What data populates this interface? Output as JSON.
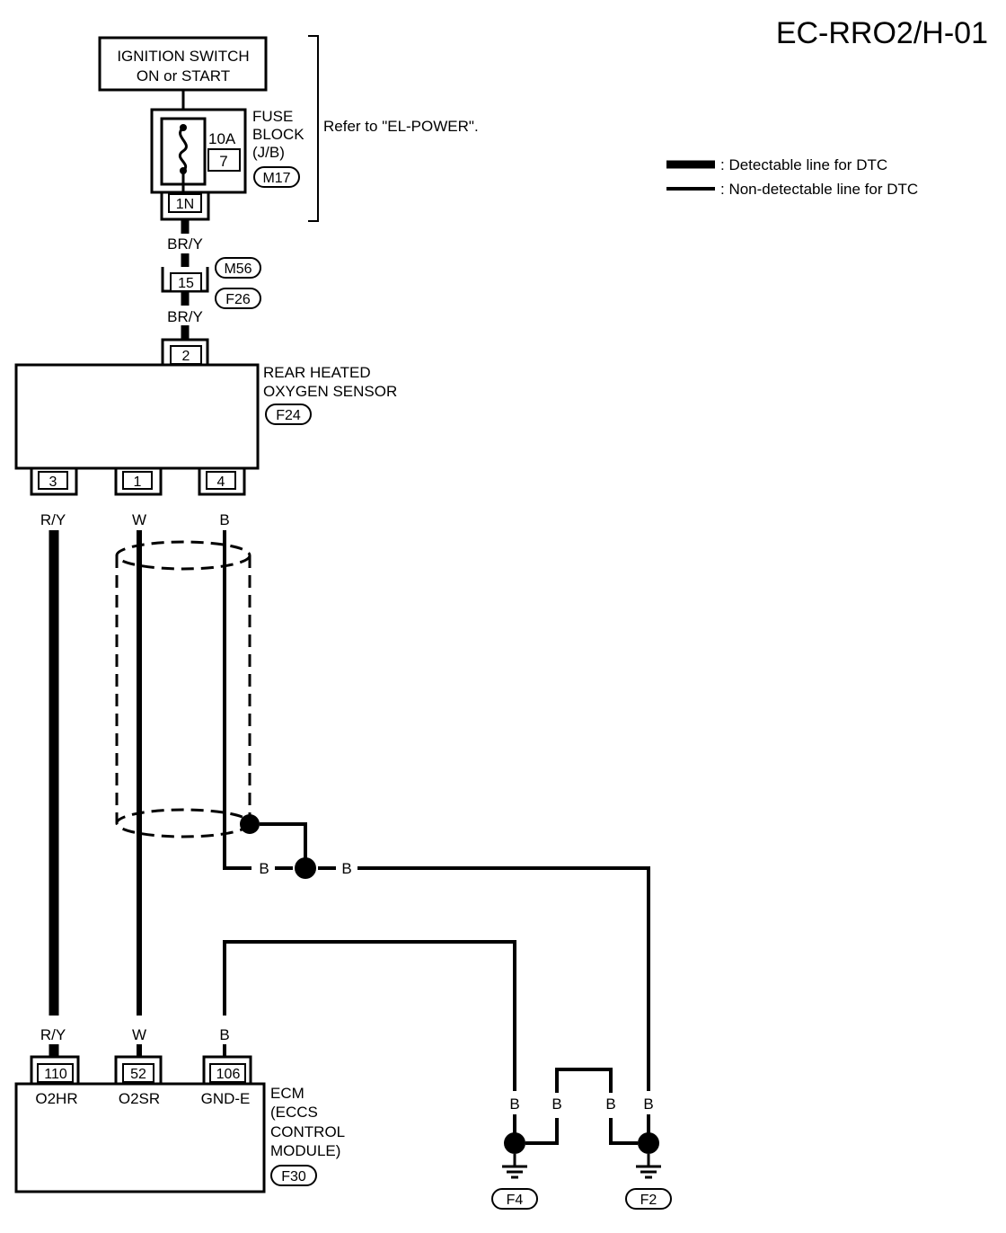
{
  "title": "EC-RRO2/H-01",
  "legend": {
    "detectable": ": Detectable line for DTC",
    "non_detectable": ": Non-detectable line for DTC"
  },
  "ignition": {
    "line1": "IGNITION SWITCH",
    "line2": "ON or START"
  },
  "fuse_block": {
    "label1": "FUSE",
    "label2": "BLOCK",
    "label3": "(J/B)",
    "amp": "10A",
    "fuse_no": "7",
    "connector": "M17",
    "pin": "1N"
  },
  "refer": "Refer to \"EL-POWER\".",
  "wire_bry_1": "BR/Y",
  "wire_bry_2": "BR/Y",
  "joint_connector": {
    "top": "M56",
    "pin": "15",
    "bottom": "F26"
  },
  "sensor": {
    "line1": "REAR HEATED",
    "line2": "OXYGEN SENSOR",
    "connector": "F24",
    "top_pin": "2",
    "pins": [
      "3",
      "1",
      "4"
    ]
  },
  "wires": {
    "ry": "R/Y",
    "w": "W",
    "b": "B"
  },
  "ecm": {
    "line1": "ECM",
    "line2": "(ECCS",
    "line3": "CONTROL",
    "line4": "MODULE)",
    "connector": "F30",
    "pins": [
      "110",
      "52",
      "106"
    ],
    "terminals": [
      "O2HR",
      "O2SR",
      "GND-E"
    ]
  },
  "grounds": [
    "F4",
    "F2"
  ]
}
